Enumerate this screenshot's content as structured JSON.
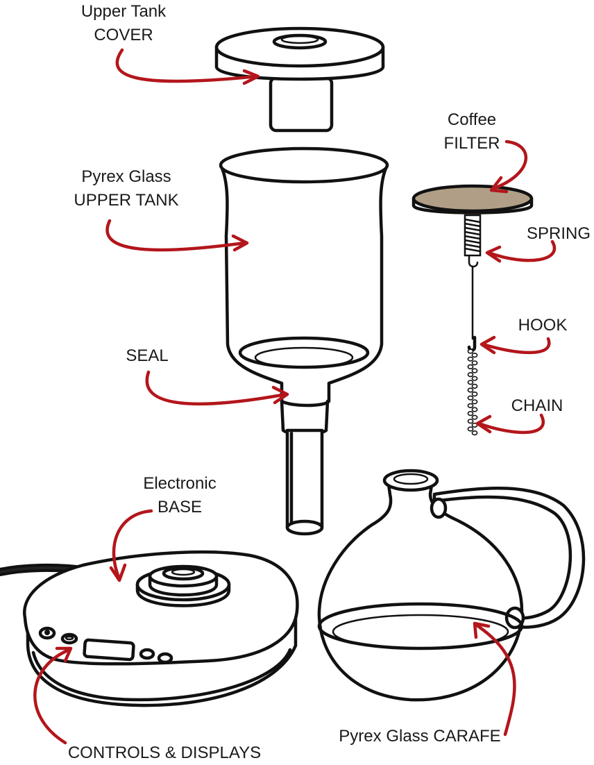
{
  "diagram": {
    "labels": {
      "cover": [
        "Upper Tank",
        "COVER"
      ],
      "upper_tank": [
        "Pyrex Glass",
        "UPPER TANK"
      ],
      "filter": [
        "Coffee",
        "FILTER"
      ],
      "spring": [
        "SPRING"
      ],
      "hook": [
        "HOOK"
      ],
      "chain": [
        "CHAIN"
      ],
      "seal": [
        "SEAL"
      ],
      "base": [
        "Electronic",
        "BASE"
      ],
      "carafe": [
        "Pyrex Glass CARAFE"
      ],
      "controls": [
        "CONTROLS & DISPLAYS"
      ]
    },
    "colors": {
      "outline": "#111111",
      "arrow": "#b3161b",
      "filter_disc": "#b09f86"
    }
  }
}
